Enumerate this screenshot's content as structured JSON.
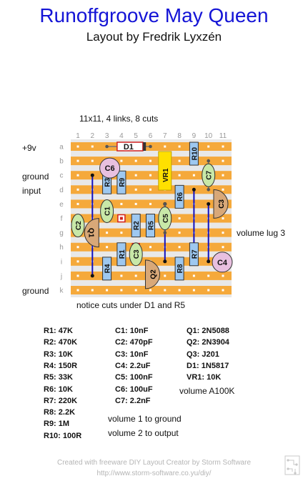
{
  "title": "Runoffgroove May Queen",
  "subtitle": "Layout by Fredrik Lyxzén",
  "board": {
    "info": "11x11, 4 links, 8 cuts",
    "columns": [
      "1",
      "2",
      "3",
      "4",
      "5",
      "6",
      "7",
      "8",
      "9",
      "10",
      "11"
    ],
    "rows": [
      "a",
      "b",
      "c",
      "d",
      "e",
      "f",
      "g",
      "h",
      "i",
      "j",
      "k"
    ]
  },
  "row_labels": {
    "plus9v": "+9v",
    "ground_top": "ground",
    "input": "input",
    "ground_bottom": "ground"
  },
  "components": {
    "D1": "D1",
    "R10": "R10",
    "C6": "C6",
    "VR1": "VR1",
    "C7": "C7",
    "R3": "R3",
    "R9": "R9",
    "R6": "R6",
    "C3a": "C3",
    "C1": "C1",
    "C5": "C5",
    "C2": "C2",
    "Q1": "Q1",
    "R2": "R2",
    "R5": "R5",
    "R4": "R4",
    "R1": "R1",
    "C3b": "C3",
    "Q2": "Q2",
    "R8": "R8",
    "R7": "R7",
    "C4": "C4"
  },
  "notes": {
    "cuts": "notice cuts under D1 and R5",
    "volume_lug3": "volume lug 3",
    "volume1": "volume 1 to ground",
    "volume2": "volume 2 to output"
  },
  "bom": {
    "resistors": [
      "R1: 47K",
      "R2: 470K",
      "R3: 10K",
      "R4: 150R",
      "R5: 33K",
      "R6: 10K",
      "R7: 220K",
      "R8: 2.2K",
      "R9: 1M",
      "R10: 100R"
    ],
    "capacitors": [
      "C1: 10nF",
      "C2: 470pF",
      "C3: 10nF",
      "C4: 2.2uF",
      "C5: 100nF",
      "C6: 100uF",
      "C7: 2.2nF"
    ],
    "semis": [
      "Q1: 2N5088",
      "Q2: 2N3904",
      "Q3: J201",
      "D1: 1N5817",
      "VR1: 10K"
    ],
    "volume": "volume A100K"
  },
  "footer": {
    "line1": "Created with freeware DIY Layout Creator by Storm Software",
    "line2": "http://www.storm-software.co.yu/diy/"
  },
  "colors": {
    "title": "#1414d6",
    "strip": "#f5a93b",
    "board": "#e8e8e8",
    "link": "#1010c0",
    "resistor": "#9ec8f0",
    "film_cap": "#c8e8a8",
    "electrolytic": "#e8c0e0",
    "transistor": "#d8a878",
    "trimmer": "#ffe000"
  }
}
